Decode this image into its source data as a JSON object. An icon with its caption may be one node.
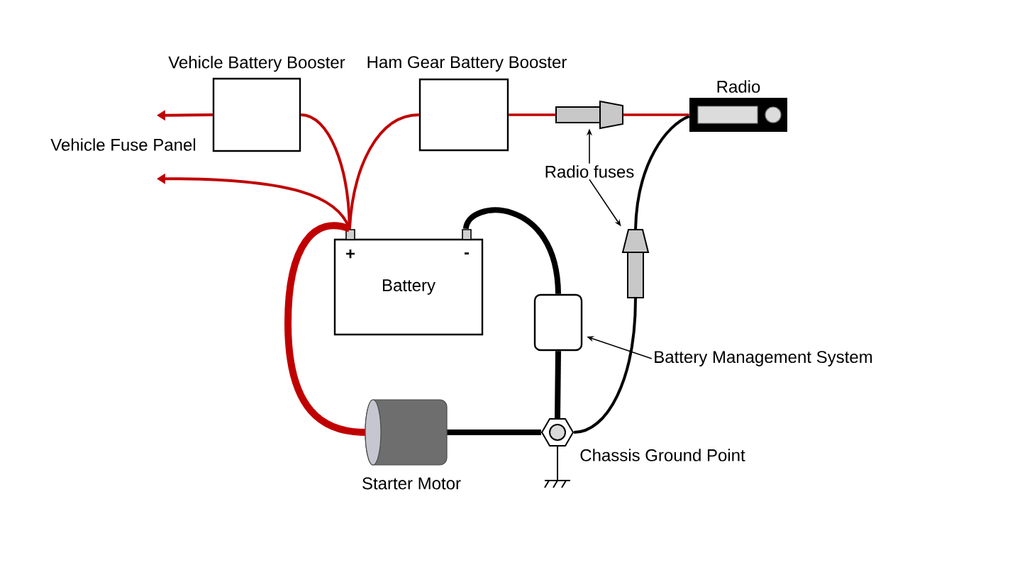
{
  "diagram": {
    "nodes": [
      {
        "text": [
          "Vehicle Battery Booster"
        ]
      },
      {
        "text": [
          "Ham Gear Battery Booster"
        ]
      },
      {
        "text": [
          "Radio"
        ]
      },
      {
        "text": [],
        "shape": "fuse"
      },
      {
        "text": [
          "Vehicle Fuse Panel"
        ]
      },
      {
        "text": [
          "Radio fuses"
        ]
      },
      {
        "text": [
          "Battery"
        ]
      },
      {
        "text": [],
        "shape": "fuse"
      },
      {
        "text": [],
        "shape": "box"
      },
      {
        "text": [
          "Battery Management System"
        ]
      },
      {
        "text": [
          "Starter Motor"
        ]
      },
      {
        "text": [
          "Chassis Ground Point"
        ]
      }
    ],
    "edges": [
      {
        "from": 0,
        "to": 4,
        "arrow": "to",
        "color": "#c00000"
      },
      {
        "from": 6,
        "to": 0,
        "arrow": "none",
        "color": "#c00000"
      },
      {
        "from": 6,
        "to": 1,
        "arrow": "none",
        "color": "#c00000"
      },
      {
        "from": 1,
        "to": 3,
        "arrow": "none",
        "color": "#c00000"
      },
      {
        "from": 3,
        "to": 2,
        "arrow": "none",
        "color": "#c00000"
      },
      {
        "from": 6,
        "to": 4,
        "arrow": "to",
        "color": "#c00000"
      },
      {
        "from": 6,
        "to": 10,
        "arrow": "none",
        "style": "thick",
        "color": "#c00000"
      },
      {
        "from": 6,
        "to": 8,
        "arrow": "none",
        "style": "thick"
      },
      {
        "from": 8,
        "to": 11,
        "arrow": "none",
        "style": "thick"
      },
      {
        "from": 10,
        "to": 11,
        "arrow": "none",
        "style": "thick"
      },
      {
        "from": 2,
        "to": 7,
        "arrow": "none"
      },
      {
        "from": 7,
        "to": 11,
        "arrow": "none"
      },
      {
        "from": 5,
        "to": 3,
        "arrow": "to"
      },
      {
        "from": 5,
        "to": 7,
        "arrow": "to"
      },
      {
        "from": 9,
        "to": 8,
        "arrow": "to"
      }
    ],
    "labels": [
      "+",
      "-"
    ]
  }
}
